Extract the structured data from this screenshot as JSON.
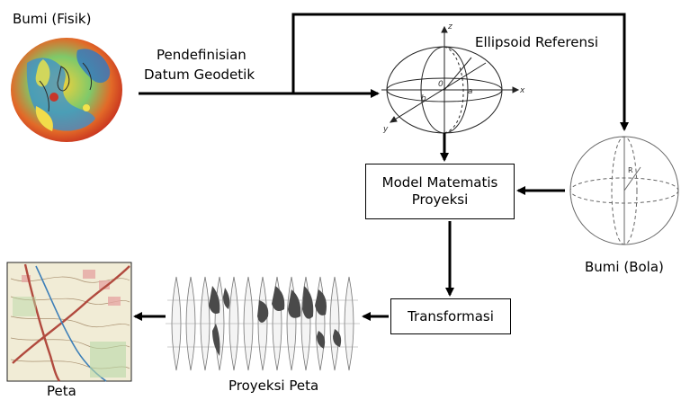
{
  "labels": {
    "bumi_fisik": "Bumi (Fisik)",
    "pendefinisian_line1": "Pendefinisian",
    "pendefinisian_line2": "Datum Geodetik",
    "ellipsoid": "Ellipsoid Referensi",
    "bumi_bola": "Bumi (Bola)",
    "peta": "Peta",
    "proyeksi_peta": "Proyeksi Peta"
  },
  "boxes": {
    "model_line1": "Model Matematis",
    "model_line2": "Proyeksi",
    "transformasi": "Transformasi"
  },
  "ellipsoid_axes": {
    "z": "z",
    "x": "x",
    "y": "y",
    "a": "a",
    "b": "b",
    "origin": "0"
  },
  "sphere_axes": {
    "r": "R"
  }
}
